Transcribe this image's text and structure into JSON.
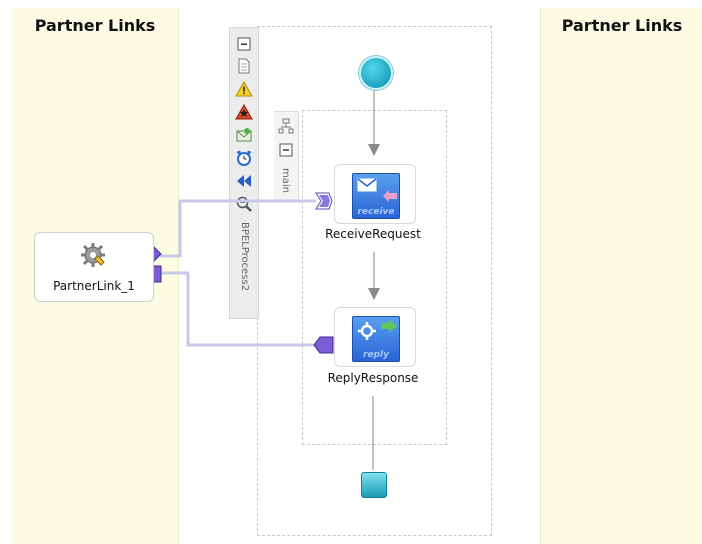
{
  "lanes": {
    "left_title": "Partner Links",
    "right_title": "Partner Links"
  },
  "process": {
    "name": "BPELProcess2",
    "scope_name": "main"
  },
  "partner_link": {
    "label": "PartnerLink_1",
    "icon": "gear-icon"
  },
  "activities": [
    {
      "label": "ReceiveRequest",
      "tag": "receive",
      "icon": "envelope-icon"
    },
    {
      "label": "ReplyResponse",
      "tag": "reply",
      "icon": "gear-arrow-icon"
    }
  ],
  "toolbar": {
    "items": [
      "collapse-icon",
      "document-icon",
      "warning-icon",
      "error-icon",
      "email-icon",
      "alarm-clock-icon",
      "rewind-icon",
      "zoom-icon"
    ]
  },
  "colors": {
    "lane_bg": "#fcfce4",
    "connector": "#c8c8ea",
    "port": "#7b5bd6",
    "start": "#1fa9c7"
  }
}
